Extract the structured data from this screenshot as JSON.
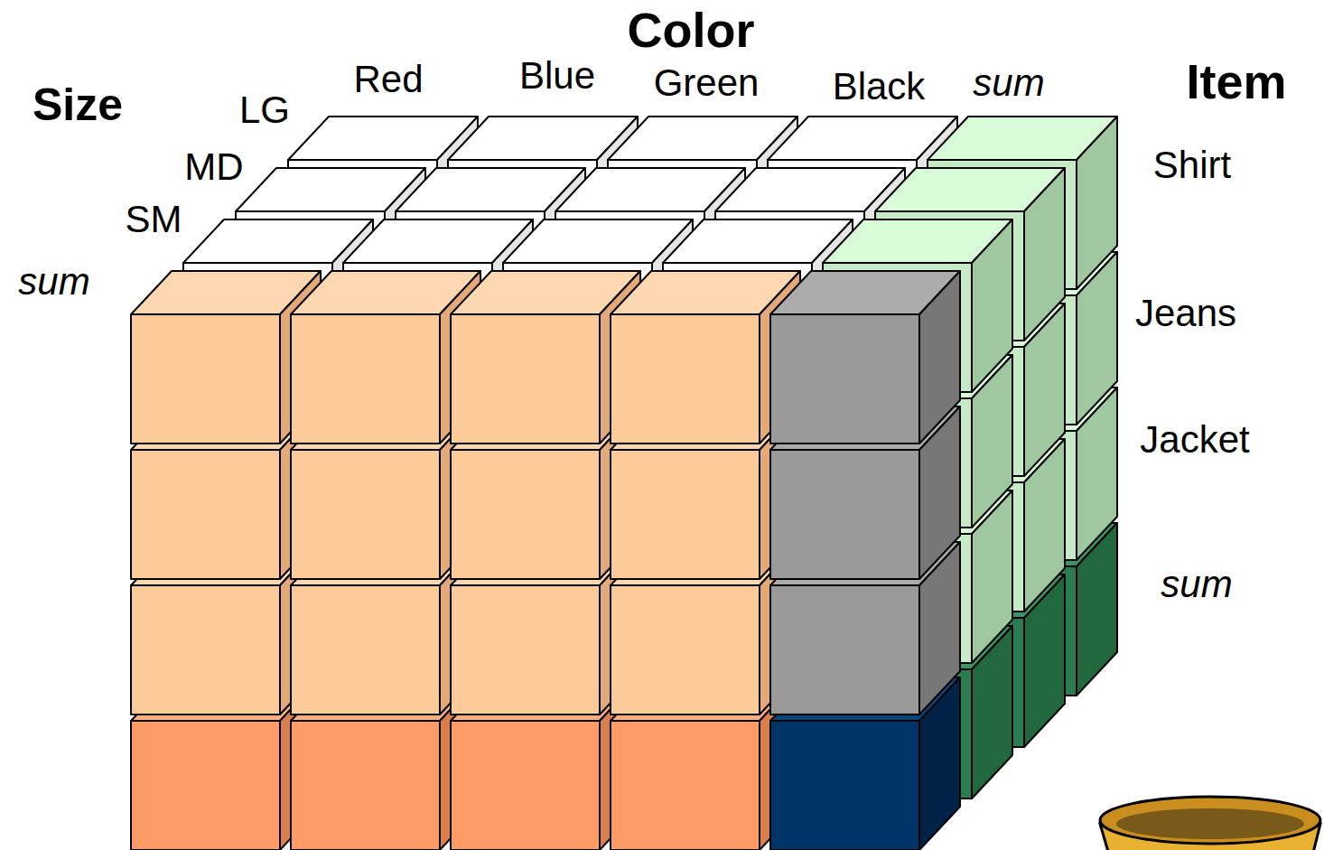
{
  "diagram": {
    "labels": [
      "Color",
      "Size",
      "LG",
      "Red",
      "Blue",
      "Green",
      "Black",
      "sum",
      "Item",
      "Shirt",
      "MD",
      "SM",
      "sum",
      "Jeans",
      "Jacket",
      "sum"
    ]
  }
}
